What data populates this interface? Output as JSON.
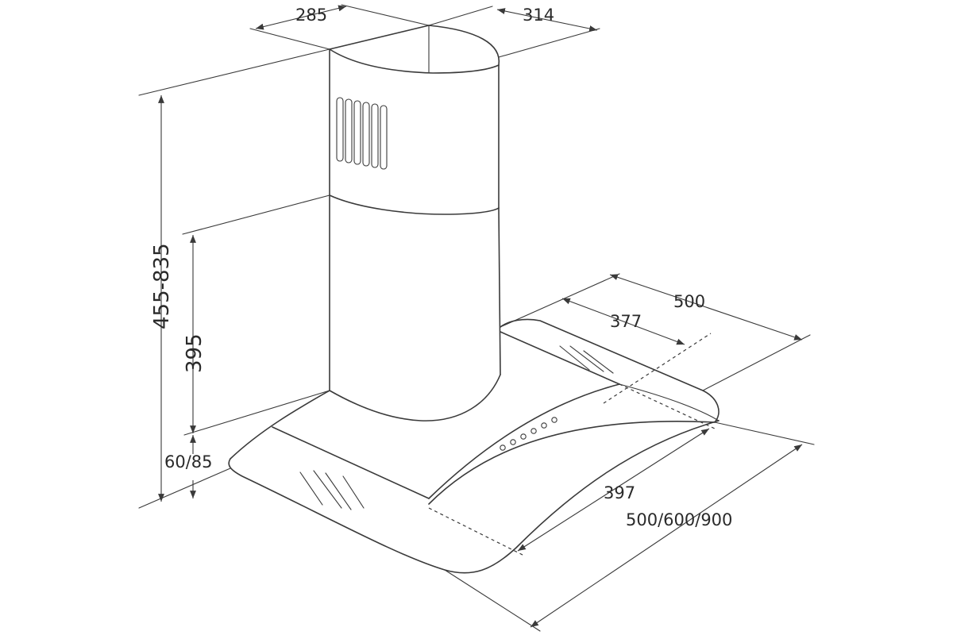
{
  "dimensions": {
    "top_depth": "285",
    "top_width": "314",
    "total_height": "455-835",
    "chimney_height": "395",
    "canopy_height": "60/85",
    "hood_depth": "500",
    "inner_depth": "377",
    "glass_width": "397",
    "hood_width": "500/600/900"
  },
  "colors": {
    "line": "#3a3a3a",
    "text": "#2a2a2a",
    "background": "#ffffff"
  }
}
